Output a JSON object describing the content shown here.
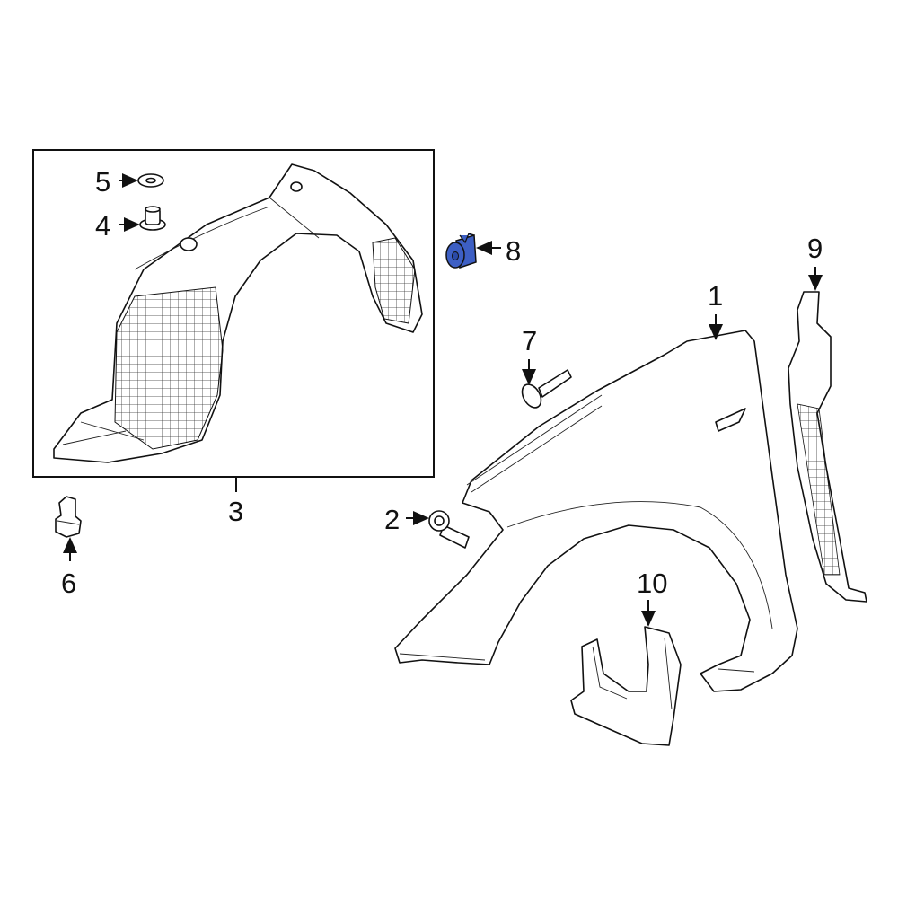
{
  "diagram": {
    "highlight_color": "#3d5fc4",
    "callouts": [
      {
        "id": "1",
        "label": "1"
      },
      {
        "id": "2",
        "label": "2"
      },
      {
        "id": "3",
        "label": "3"
      },
      {
        "id": "4",
        "label": "4"
      },
      {
        "id": "5",
        "label": "5"
      },
      {
        "id": "6",
        "label": "6"
      },
      {
        "id": "7",
        "label": "7"
      },
      {
        "id": "8",
        "label": "8"
      },
      {
        "id": "9",
        "label": "9"
      },
      {
        "id": "10",
        "label": "10"
      }
    ]
  }
}
